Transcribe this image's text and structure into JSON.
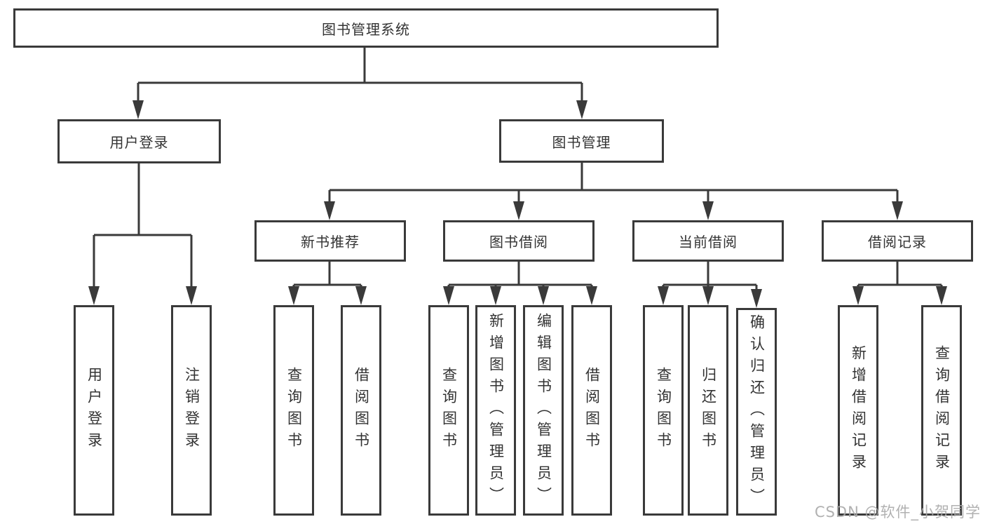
{
  "tree": {
    "root": "图书管理系统",
    "branches": [
      {
        "label": "用户登录",
        "children": [
          "用户登录",
          "注销登录"
        ]
      },
      {
        "label": "图书管理",
        "children": [
          {
            "label": "新书推荐",
            "children": [
              "查询图书",
              "借阅图书"
            ]
          },
          {
            "label": "图书借阅",
            "children": [
              "查询图书",
              "新增图书（管理员）",
              "编辑图书（管理员）",
              "借阅图书"
            ]
          },
          {
            "label": "当前借阅",
            "children": [
              "查询图书",
              "归还图书",
              "确认归还（管理员）"
            ]
          },
          {
            "label": "借阅记录",
            "children": [
              "新增借阅记录",
              "查询借阅记录"
            ]
          }
        ]
      }
    ]
  },
  "watermark": {
    "text": "CSDN @软件_小贺同学"
  },
  "colors": {
    "line": "#3a3a3a",
    "text": "#333333",
    "bg": "#ffffff",
    "watermark": "#a9a9a9"
  }
}
